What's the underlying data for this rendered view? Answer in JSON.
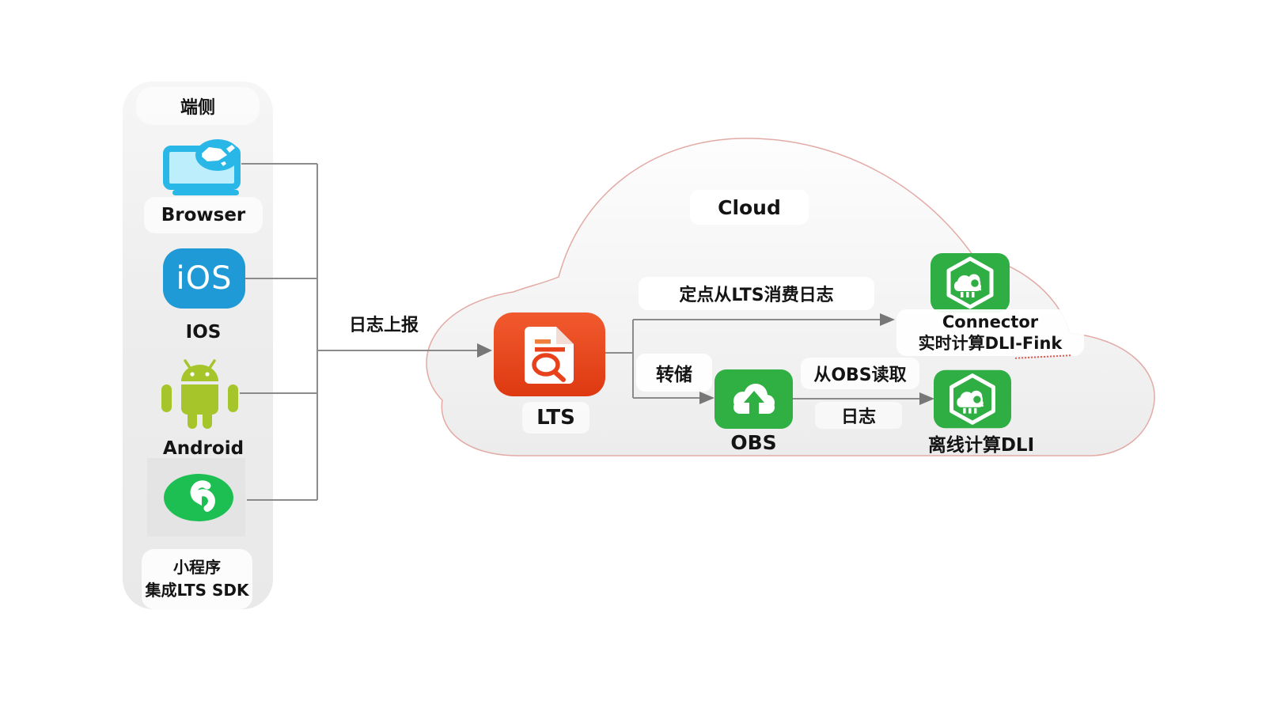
{
  "panel": {
    "header": "端侧",
    "items": [
      {
        "name": "browser",
        "label": "Browser"
      },
      {
        "name": "ios",
        "label": "IOS",
        "icon_text": "iOS"
      },
      {
        "name": "android",
        "label": "Android"
      },
      {
        "name": "miniprogram",
        "label_line1": "小程序",
        "label_line2": "集成LTS SDK"
      }
    ]
  },
  "edges": {
    "upload": "日志上报",
    "consume": "定点从LTS消费日志",
    "dump": "转储",
    "read_line1": "从OBS读取",
    "read_line2": "日志"
  },
  "cloud": {
    "title": "Cloud",
    "lts": "LTS",
    "connector_title": "Connector",
    "connector_subtitle": "实时计算DLI-Fink",
    "obs": "OBS",
    "dli": "离线计算DLI"
  },
  "colors": {
    "browser_cyan": "#29b7e8",
    "ios_blue": "#1f9ad6",
    "android_green": "#a5c52b",
    "miniprogram_green": "#1dbf53",
    "service_green": "#2fae43",
    "obs_green": "#30af43",
    "lts_red": "#e8421c",
    "cloud_outline_pink": "#e3aaa5",
    "wire_gray": "#8b8b8b"
  }
}
